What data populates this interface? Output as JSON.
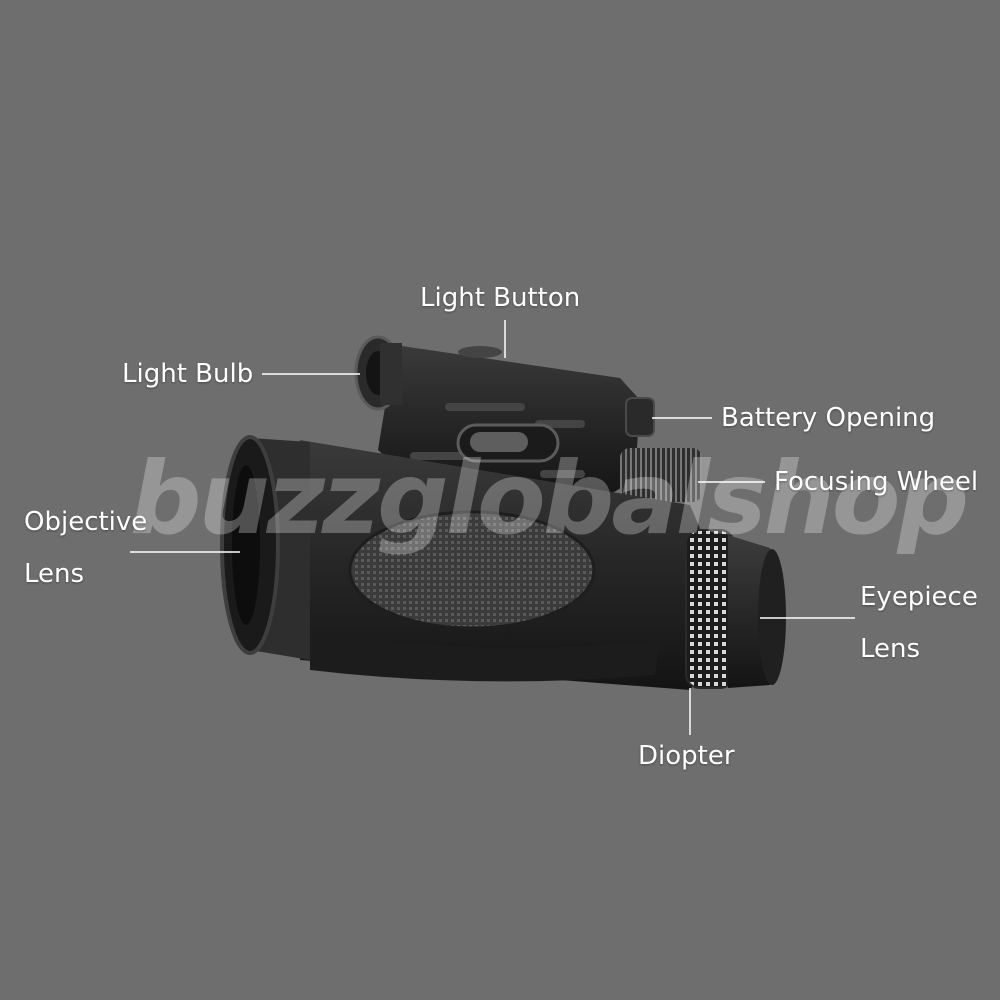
{
  "colors": {
    "background": "#6e6e6e",
    "body": "#2a2a2a",
    "label": "#ffffff",
    "leader_line": "#ffffff"
  },
  "labels": {
    "light_button": "Light Button",
    "light_bulb": "Light Bulb",
    "battery_opening": "Battery Opening",
    "focusing_wheel": "Focusing Wheel",
    "objective_line1": "Objective",
    "objective_line2": "Lens",
    "eyepiece_line1": "Eyepiece",
    "eyepiece_line2": "Lens",
    "diopter": "Diopter"
  },
  "watermark": "buzzglobalshop",
  "icons": [
    "monocular-telescope-illustration"
  ]
}
